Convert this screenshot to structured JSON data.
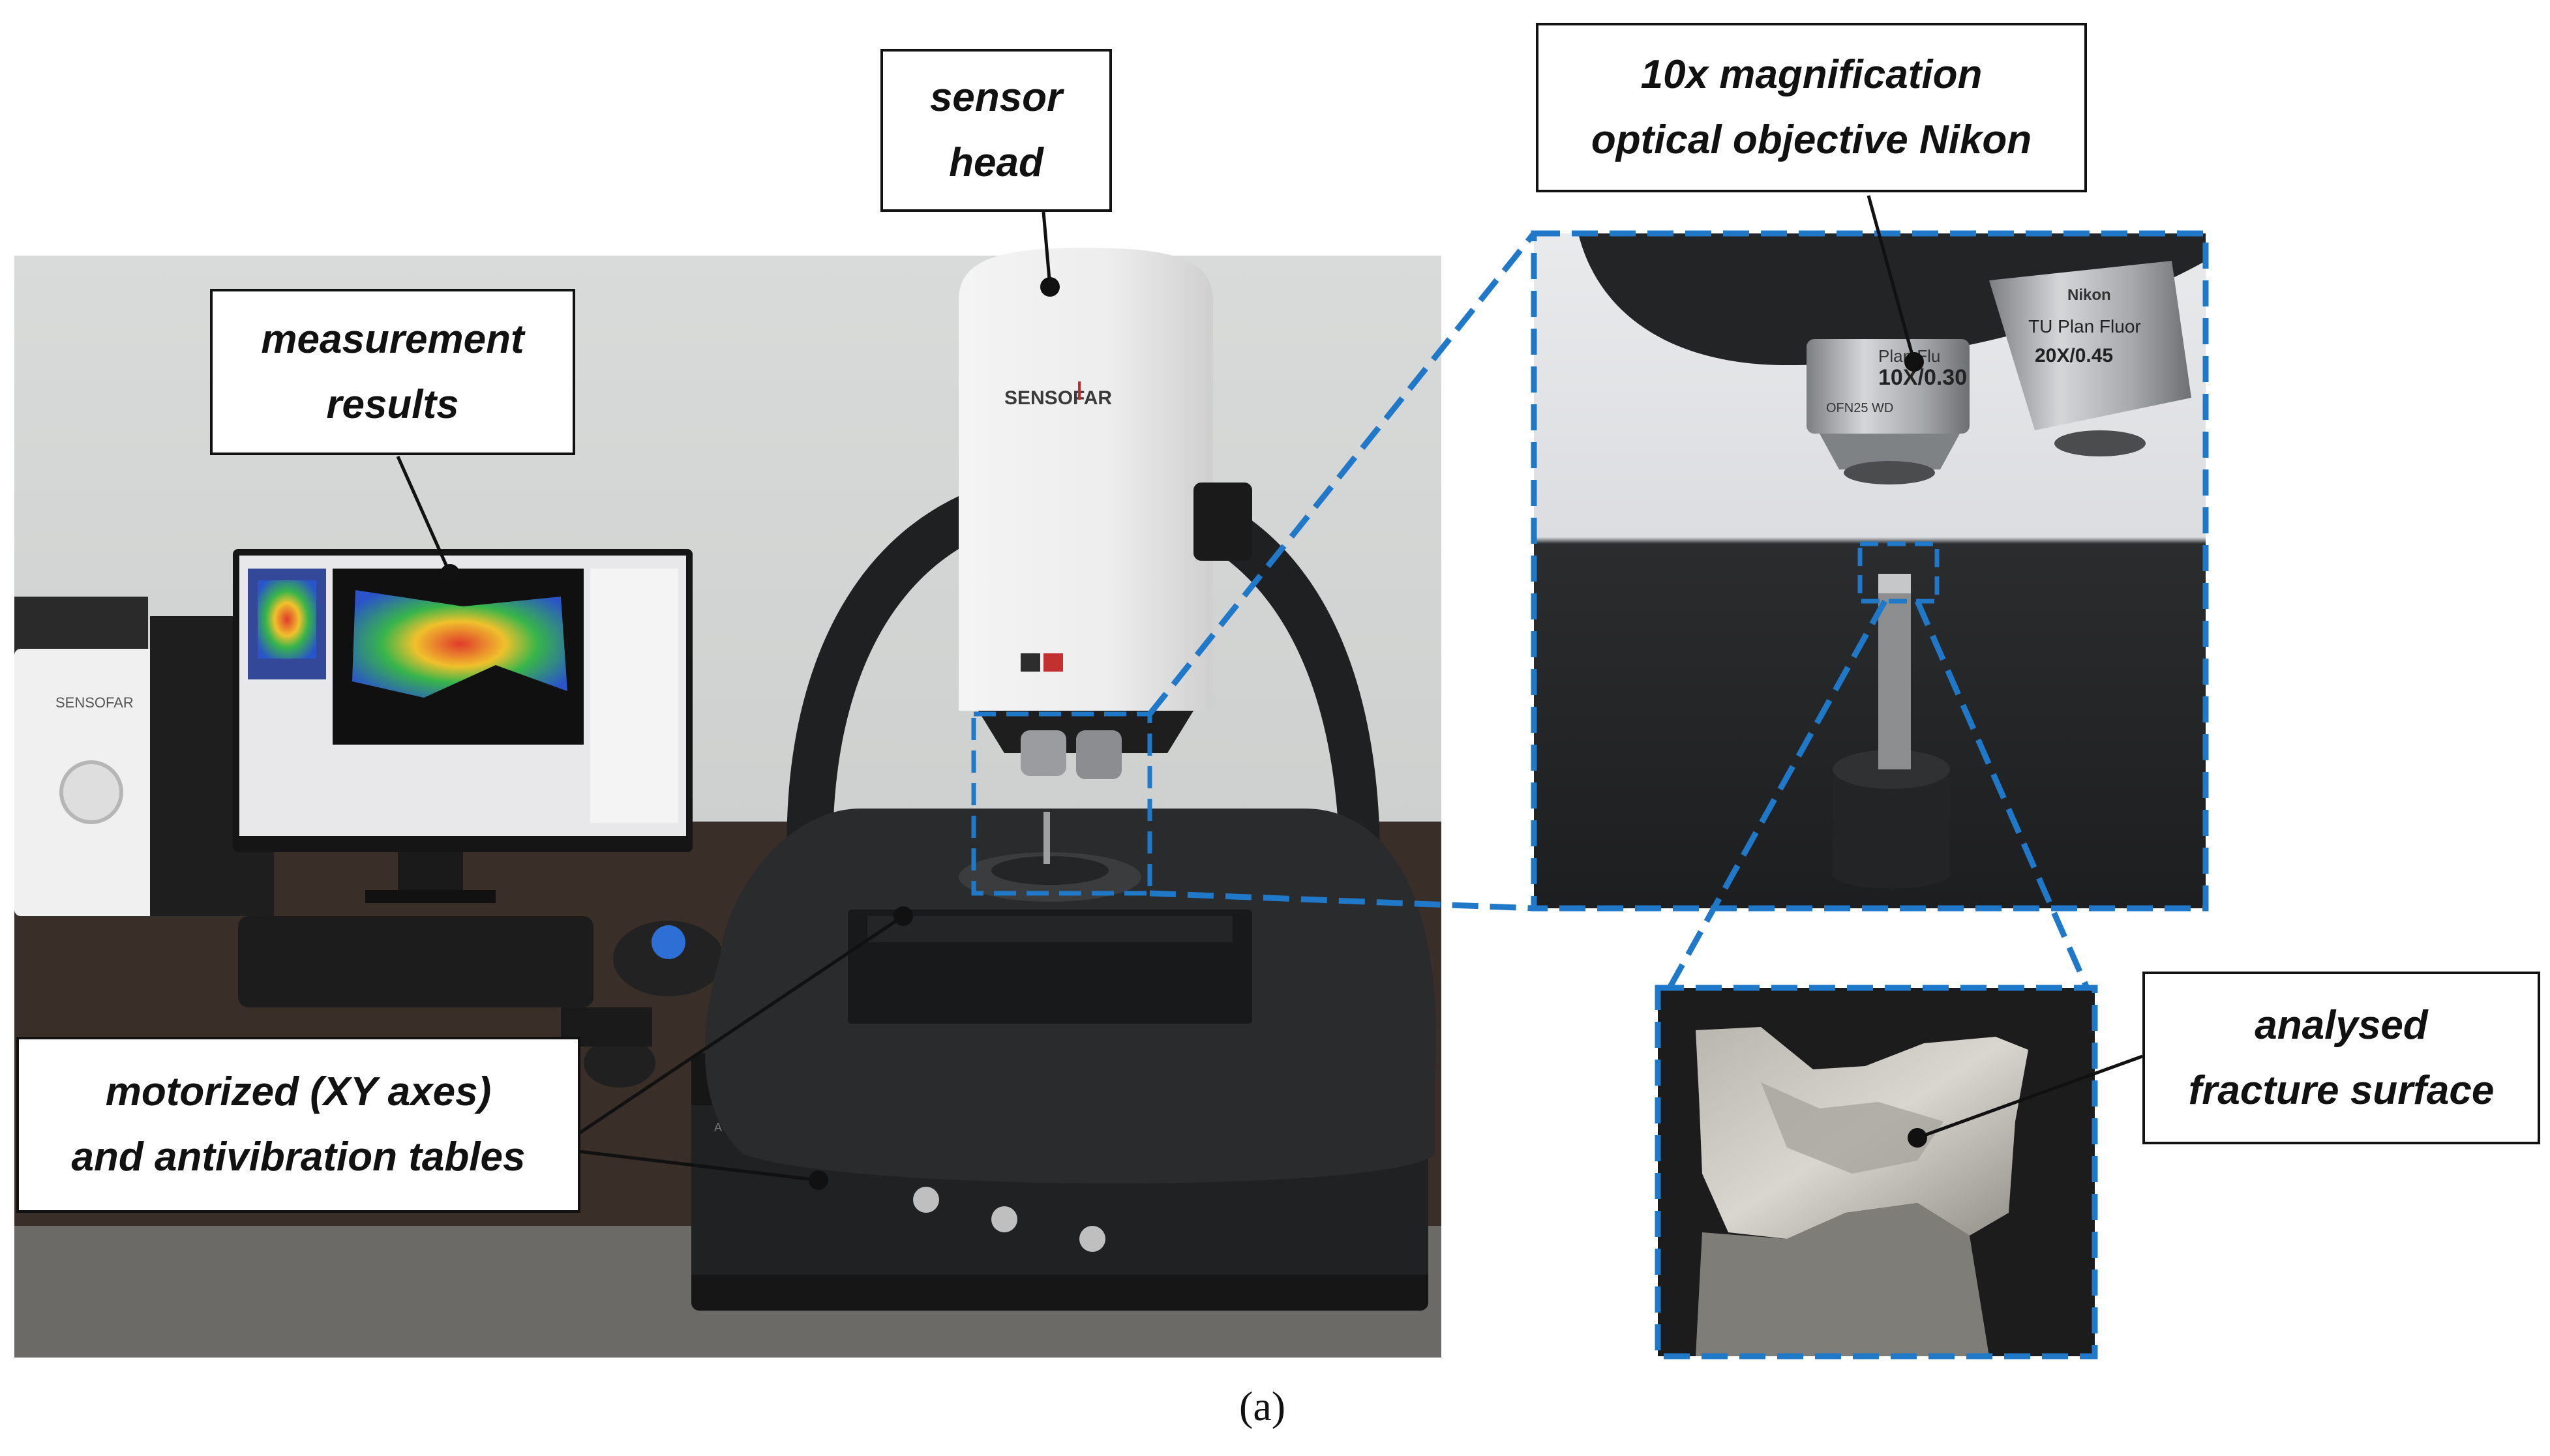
{
  "figure": {
    "caption": "(a)"
  },
  "labels": {
    "sensor_head": [
      "sensor",
      "head"
    ],
    "objective": [
      "10x magnification",
      "optical objective Nikon"
    ],
    "measurement_results": [
      "measurement",
      "results"
    ],
    "tables": [
      "motorized (XY axes)",
      "and antivibration tables"
    ],
    "fracture_surface": [
      "analysed",
      "fracture surface"
    ]
  },
  "photo_text": {
    "brand_main": "SENSOFAR",
    "brand_controller": "SENSOFAR",
    "objective_10x_line1": "Plan Flu",
    "objective_10x_line2": "10X/0.30",
    "objective_10x_line3": "OFN25  WD",
    "objective_20x_brand": "Nikon",
    "objective_20x_line1": "TU Plan Fluor",
    "objective_20x_line2": "20X/0.45"
  },
  "colors": {
    "zoom_frame": "#1f78c8",
    "callout_border": "#111111",
    "leader_line": "#111111"
  }
}
